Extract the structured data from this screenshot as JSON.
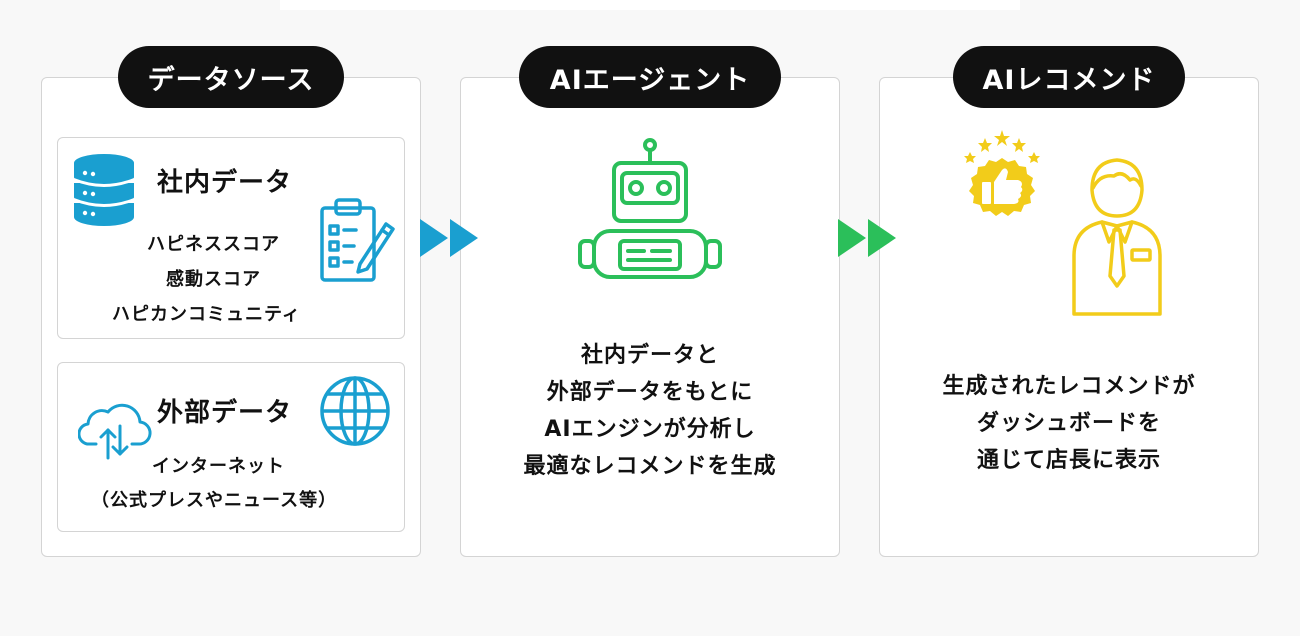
{
  "columns": [
    {
      "title": "データソース",
      "internal": {
        "heading": "社内データ",
        "items": [
          "ハピネススコア",
          "感動スコア",
          "ハピカンコミュニティ"
        ]
      },
      "external": {
        "heading": "外部データ",
        "items": [
          "インターネット",
          "（公式プレスやニュース等）"
        ]
      }
    },
    {
      "title": "AIエージェント",
      "description": [
        "社内データと",
        "外部データをもとに",
        "AIエンジンが分析し",
        "最適なレコメンドを生成"
      ]
    },
    {
      "title": "AIレコメンド",
      "description": [
        "生成されたレコメンドが",
        "ダッシュボードを",
        "通じて店長に表示"
      ]
    }
  ],
  "colors": {
    "data_icons": "#1a9fd0",
    "robot": "#2bbf5a",
    "recommend": "#f2cc1a",
    "arrow1": "#1a9fd0",
    "arrow2": "#2bbf5a"
  },
  "icons": [
    "database-icon",
    "clipboard-checklist-icon",
    "cloud-sync-icon",
    "globe-icon",
    "robot-icon",
    "thumbs-up-badge-icon",
    "store-manager-icon"
  ]
}
